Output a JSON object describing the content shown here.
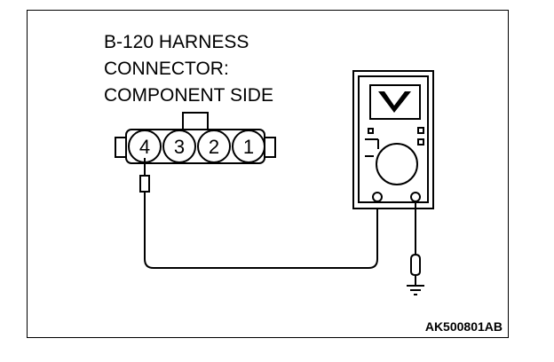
{
  "diagram": {
    "title_lines": [
      "B-120 HARNESS",
      "CONNECTOR:",
      "COMPONENT SIDE"
    ],
    "connector": {
      "pins": [
        "4",
        "3",
        "2",
        "1"
      ]
    },
    "figure_code": "AK500801AB"
  }
}
